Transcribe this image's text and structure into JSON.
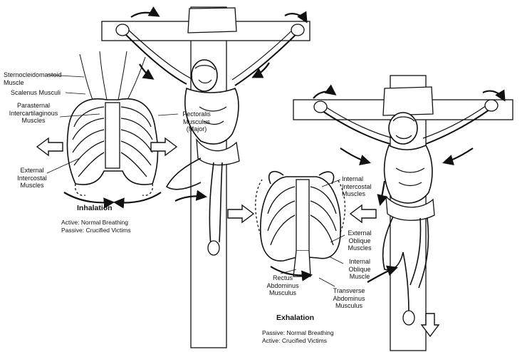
{
  "labels": {
    "sternocleidomastoid": "Sternocleidomastoid\nMuscle",
    "scalenus": "Scalenus Musculi",
    "parasternal": "Parasternal\nIntercartilaginous\nMuscles",
    "external_intercostal": "External\nIntercostal\nMuscles",
    "pectoralis": "Pectoralis\nMusculus\n(Major)",
    "internal_intercostal": "Internal\nIntercostal\nMuscles",
    "external_oblique": "External\nOblique\nMuscles",
    "internal_oblique": "Internal\nOblique\nMuscle",
    "rectus": "Rectus\nAbdominus\nMusculus",
    "transverse": "Transverse\nAbdominus\nMusculus"
  },
  "inhalation": {
    "title": "Inhalation",
    "caption": "Active: Normal Breathing\nPassive: Crucified Victims"
  },
  "exhalation": {
    "title": "Exhalation",
    "caption": "Passive: Normal Breathing\nActive: Crucified Victims"
  },
  "colors": {
    "ink": "#111111",
    "paper": "#ffffff"
  }
}
